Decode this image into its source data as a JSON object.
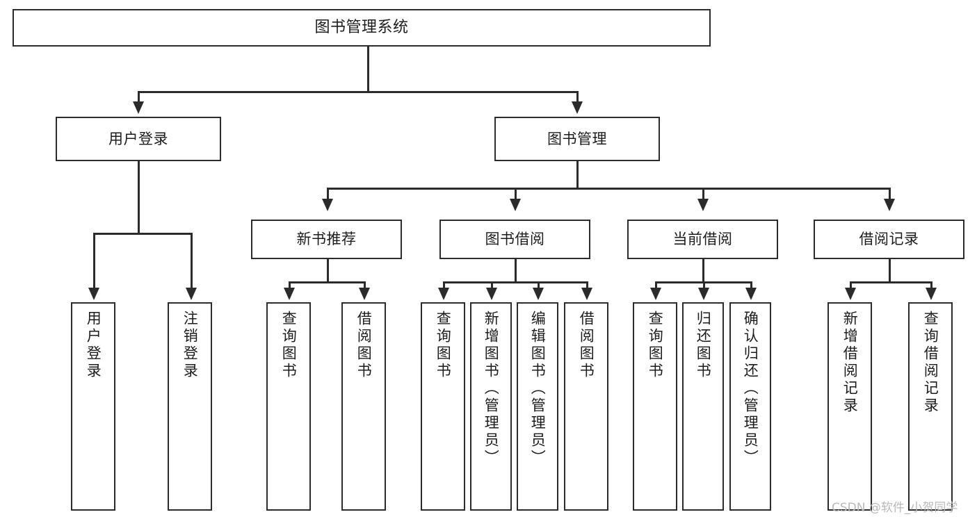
{
  "diagram": {
    "type": "hierarchy-tree",
    "title": "图书管理系统",
    "watermark": "CSDN @软件_小贺同学",
    "colors": {
      "stroke": "#2b2b2b",
      "fill": "#ffffff",
      "text": "#1c1c1c",
      "watermark": "#b9b9b9"
    },
    "levels": 4,
    "nodes": {
      "root": {
        "label": "图书管理系统"
      },
      "l2": [
        {
          "label": "用户登录"
        },
        {
          "label": "图书管理"
        }
      ],
      "l3": [
        {
          "label": "新书推荐"
        },
        {
          "label": "图书借阅"
        },
        {
          "label": "当前借阅"
        },
        {
          "label": "借阅记录"
        }
      ],
      "leaves_login": [
        {
          "label": "用户登录"
        },
        {
          "label": "注销登录"
        }
      ],
      "leaves_newbook": [
        {
          "label": "查询图书"
        },
        {
          "label": "借阅图书"
        }
      ],
      "leaves_borrow": [
        {
          "label": "查询图书"
        },
        {
          "label": "新增图书（管理员）"
        },
        {
          "label": "编辑图书（管理员）"
        },
        {
          "label": "借阅图书"
        }
      ],
      "leaves_current": [
        {
          "label": "查询图书"
        },
        {
          "label": "归还图书"
        },
        {
          "label": "确认归还（管理员）"
        }
      ],
      "leaves_record": [
        {
          "label": "新增借阅记录"
        },
        {
          "label": "查询借阅记录"
        }
      ]
    }
  }
}
